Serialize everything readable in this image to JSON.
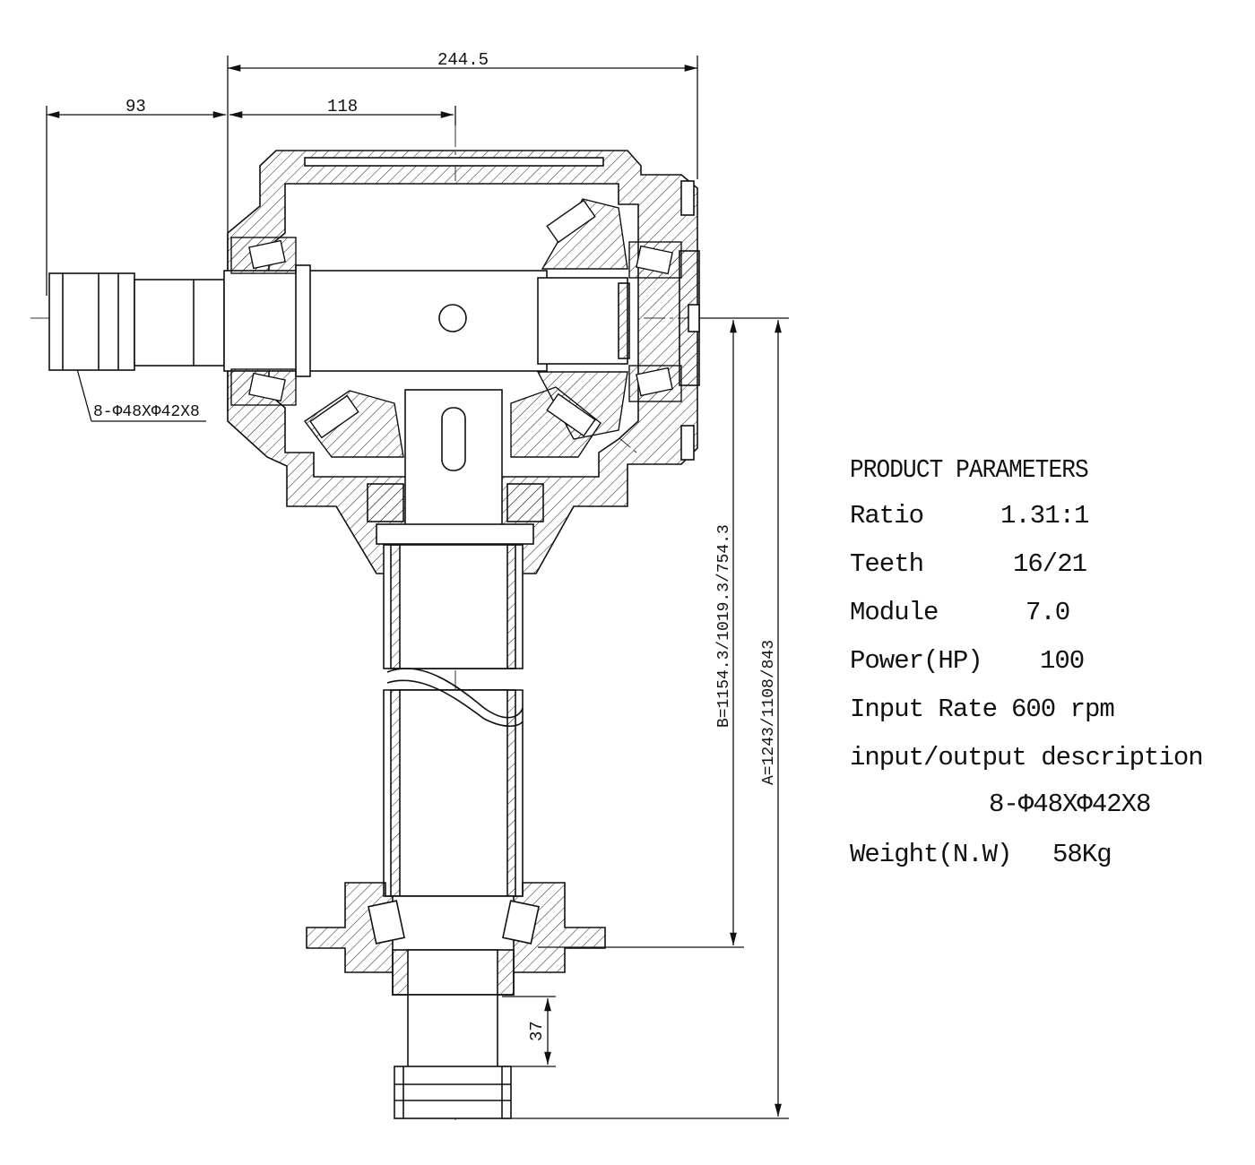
{
  "dimensions": {
    "overall_width": "244.5",
    "input_shaft_length": "93",
    "center_offset": "118",
    "spline_callout": "8-Φ48XΦ42X8",
    "dim_b": "B=1154.3/1019.3/754.3",
    "dim_a": "A=1243/1108/843",
    "output_step": "37"
  },
  "params": {
    "title": "PRODUCT PARAMETERS",
    "rows": [
      {
        "label": "Ratio",
        "value": "1.31:1"
      },
      {
        "label": "Teeth",
        "value": "16/21"
      },
      {
        "label": "Module",
        "value": "7.0"
      },
      {
        "label": "Power(HP)",
        "value": "100"
      },
      {
        "label": "Input Rate",
        "value": "600 rpm"
      },
      {
        "label": "input/output description",
        "value": "8-Φ48XΦ42X8"
      },
      {
        "label": "Weight(N.W)",
        "value": "58Kg"
      }
    ]
  }
}
